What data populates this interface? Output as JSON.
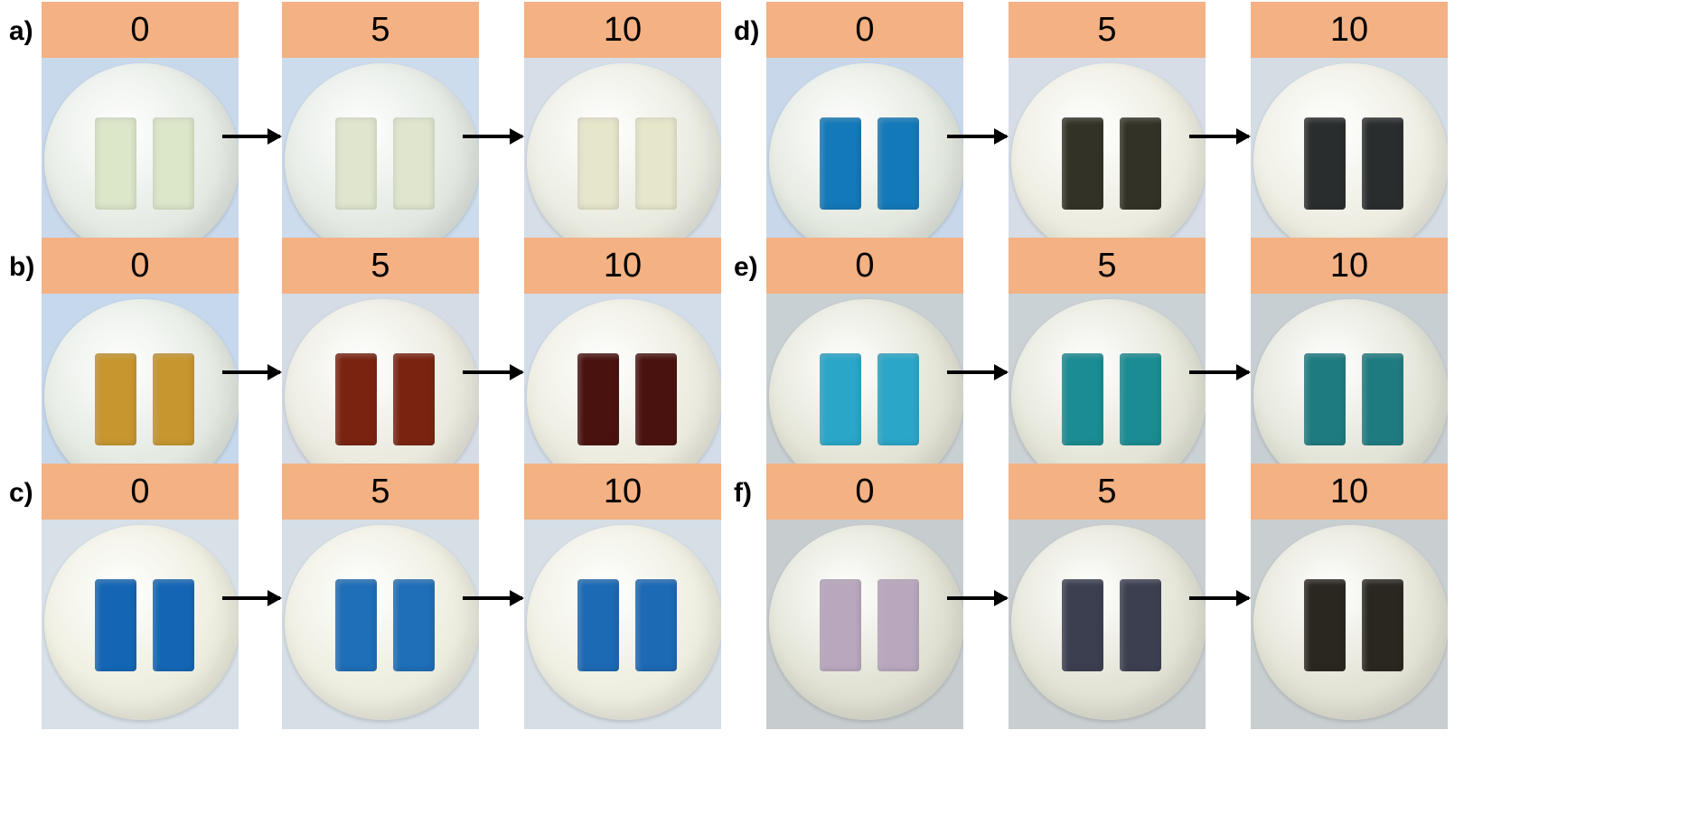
{
  "panels": [
    {
      "label": "a)",
      "frames": [
        {
          "time": "0",
          "bg": "#C9D9EC",
          "disc": "#E5EBE4",
          "film": "#DCE6C8"
        },
        {
          "time": "5",
          "bg": "#CDDCEC",
          "disc": "#E3E9E2",
          "film": "#DFE6CD"
        },
        {
          "time": "10",
          "bg": "#D6DEE8",
          "disc": "#EAEBE0",
          "film": "#E6E6CB"
        }
      ]
    },
    {
      "label": "b)",
      "frames": [
        {
          "time": "0",
          "bg": "#C6D8EC",
          "disc": "#E4EAE2",
          "film": "#C7962F"
        },
        {
          "time": "5",
          "bg": "#D6DCE6",
          "disc": "#EAEADF",
          "film": "#7A2310"
        },
        {
          "time": "10",
          "bg": "#D3DDE9",
          "disc": "#ECEBDF",
          "film": "#4A120E"
        }
      ]
    },
    {
      "label": "c)",
      "frames": [
        {
          "time": "0",
          "bg": "#D8E0E8",
          "disc": "#EEEEE0",
          "film": "#1466B5"
        },
        {
          "time": "5",
          "bg": "#D6DEE6",
          "disc": "#EDEDE0",
          "film": "#1F6EB8"
        },
        {
          "time": "10",
          "bg": "#D6DEE6",
          "disc": "#EEEEE1",
          "film": "#1C69B4"
        }
      ]
    },
    {
      "label": "d)",
      "frames": [
        {
          "time": "0",
          "bg": "#C8D8EA",
          "disc": "#E4E9E0",
          "film": "#1479B9"
        },
        {
          "time": "5",
          "bg": "#D6DDE6",
          "disc": "#ECECE0",
          "film": "#323226"
        },
        {
          "time": "10",
          "bg": "#D4DCE4",
          "disc": "#EDEDE2",
          "film": "#2A2D2D"
        }
      ]
    },
    {
      "label": "e)",
      "frames": [
        {
          "time": "0",
          "bg": "#C9D0D4",
          "disc": "#E3E4D6",
          "film": "#2AA6C8"
        },
        {
          "time": "5",
          "bg": "#CBD2D6",
          "disc": "#E4E5D8",
          "film": "#1A8C92"
        },
        {
          "time": "10",
          "bg": "#C8CFD3",
          "disc": "#E3E4D8",
          "film": "#1E7C80"
        }
      ]
    },
    {
      "label": "f)",
      "frames": [
        {
          "time": "0",
          "bg": "#C7CDCF",
          "disc": "#E1E2D4",
          "film": "#B9A7BE"
        },
        {
          "time": "5",
          "bg": "#C9CFD1",
          "disc": "#E3E3D6",
          "film": "#3B3F50"
        },
        {
          "time": "10",
          "bg": "#C9CFD1",
          "disc": "#E3E3D6",
          "film": "#2A2620"
        }
      ]
    }
  ]
}
